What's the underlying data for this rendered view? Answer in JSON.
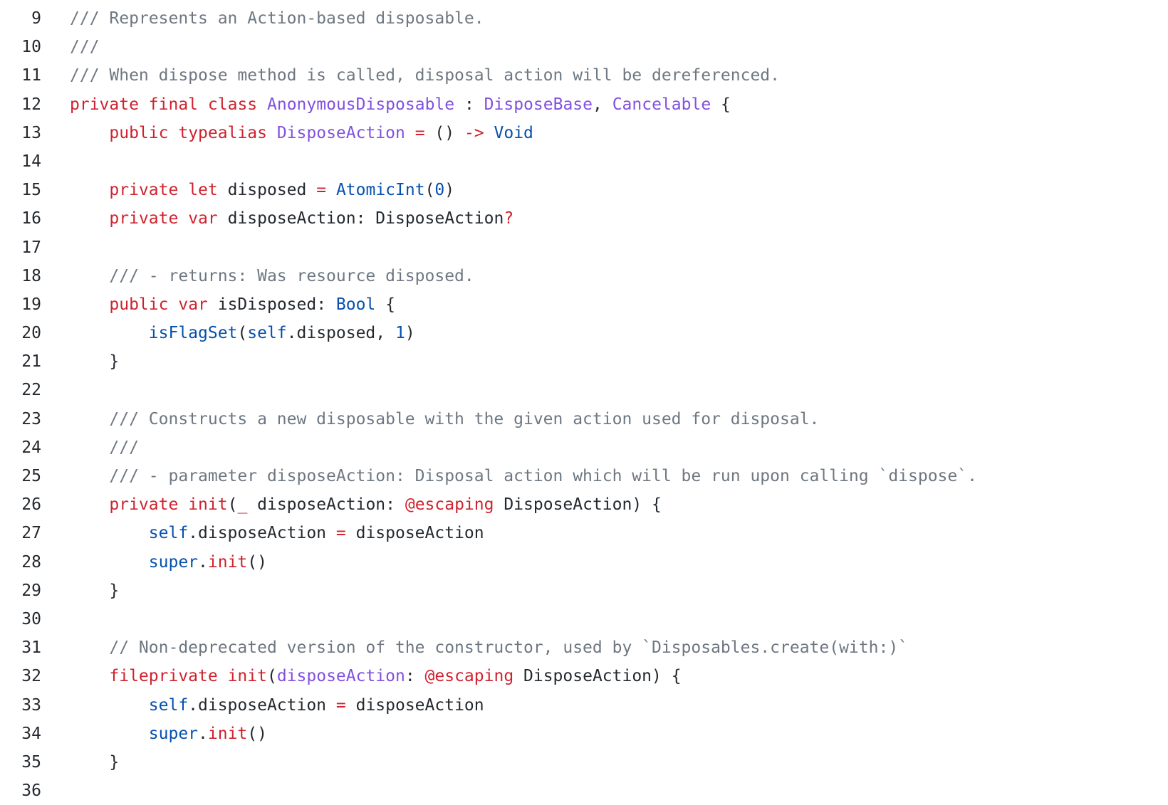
{
  "palette": {
    "plain": "#24292f",
    "keyword": "#cf222e",
    "type": "#8250df",
    "builtin": "#0550ae",
    "comment": "#6e7781",
    "background": "#ffffff"
  },
  "lines": [
    {
      "num": "9",
      "tokens": [
        {
          "t": "/// Represents an Action-based disposable.",
          "k": "comment"
        }
      ]
    },
    {
      "num": "10",
      "tokens": [
        {
          "t": "///",
          "k": "comment"
        }
      ]
    },
    {
      "num": "11",
      "tokens": [
        {
          "t": "/// When dispose method is called, disposal action will be dereferenced.",
          "k": "comment"
        }
      ]
    },
    {
      "num": "12",
      "tokens": [
        {
          "t": "private",
          "k": "kw"
        },
        {
          "t": " ",
          "k": "plain"
        },
        {
          "t": "final",
          "k": "kw"
        },
        {
          "t": " ",
          "k": "plain"
        },
        {
          "t": "class",
          "k": "kw"
        },
        {
          "t": " ",
          "k": "plain"
        },
        {
          "t": "AnonymousDisposable",
          "k": "type"
        },
        {
          "t": " : ",
          "k": "plain"
        },
        {
          "t": "DisposeBase",
          "k": "type"
        },
        {
          "t": ", ",
          "k": "plain"
        },
        {
          "t": "Cancelable",
          "k": "type"
        },
        {
          "t": " {",
          "k": "plain"
        }
      ]
    },
    {
      "num": "13",
      "tokens": [
        {
          "t": "    ",
          "k": "plain"
        },
        {
          "t": "public",
          "k": "kw"
        },
        {
          "t": " ",
          "k": "plain"
        },
        {
          "t": "typealias",
          "k": "kw"
        },
        {
          "t": " ",
          "k": "plain"
        },
        {
          "t": "DisposeAction",
          "k": "type"
        },
        {
          "t": " ",
          "k": "plain"
        },
        {
          "t": "=",
          "k": "kw"
        },
        {
          "t": " () ",
          "k": "plain"
        },
        {
          "t": "->",
          "k": "kw"
        },
        {
          "t": " ",
          "k": "plain"
        },
        {
          "t": "Void",
          "k": "builtin"
        }
      ]
    },
    {
      "num": "14",
      "tokens": []
    },
    {
      "num": "15",
      "tokens": [
        {
          "t": "    ",
          "k": "plain"
        },
        {
          "t": "private",
          "k": "kw"
        },
        {
          "t": " ",
          "k": "plain"
        },
        {
          "t": "let",
          "k": "kw"
        },
        {
          "t": " disposed ",
          "k": "plain"
        },
        {
          "t": "=",
          "k": "kw"
        },
        {
          "t": " ",
          "k": "plain"
        },
        {
          "t": "AtomicInt",
          "k": "builtin"
        },
        {
          "t": "(",
          "k": "plain"
        },
        {
          "t": "0",
          "k": "builtin"
        },
        {
          "t": ")",
          "k": "plain"
        }
      ]
    },
    {
      "num": "16",
      "tokens": [
        {
          "t": "    ",
          "k": "plain"
        },
        {
          "t": "private",
          "k": "kw"
        },
        {
          "t": " ",
          "k": "plain"
        },
        {
          "t": "var",
          "k": "kw"
        },
        {
          "t": " disposeAction: DisposeAction",
          "k": "plain"
        },
        {
          "t": "?",
          "k": "kw"
        }
      ]
    },
    {
      "num": "17",
      "tokens": []
    },
    {
      "num": "18",
      "tokens": [
        {
          "t": "    ",
          "k": "plain"
        },
        {
          "t": "/// - returns: Was resource disposed.",
          "k": "comment"
        }
      ]
    },
    {
      "num": "19",
      "tokens": [
        {
          "t": "    ",
          "k": "plain"
        },
        {
          "t": "public",
          "k": "kw"
        },
        {
          "t": " ",
          "k": "plain"
        },
        {
          "t": "var",
          "k": "kw"
        },
        {
          "t": " isDisposed: ",
          "k": "plain"
        },
        {
          "t": "Bool",
          "k": "builtin"
        },
        {
          "t": " {",
          "k": "plain"
        }
      ]
    },
    {
      "num": "20",
      "tokens": [
        {
          "t": "        ",
          "k": "plain"
        },
        {
          "t": "isFlagSet",
          "k": "builtin"
        },
        {
          "t": "(",
          "k": "plain"
        },
        {
          "t": "self",
          "k": "builtin"
        },
        {
          "t": ".disposed, ",
          "k": "plain"
        },
        {
          "t": "1",
          "k": "builtin"
        },
        {
          "t": ")",
          "k": "plain"
        }
      ]
    },
    {
      "num": "21",
      "tokens": [
        {
          "t": "    }",
          "k": "plain"
        }
      ]
    },
    {
      "num": "22",
      "tokens": []
    },
    {
      "num": "23",
      "tokens": [
        {
          "t": "    ",
          "k": "plain"
        },
        {
          "t": "/// Constructs a new disposable with the given action used for disposal.",
          "k": "comment"
        }
      ]
    },
    {
      "num": "24",
      "tokens": [
        {
          "t": "    ",
          "k": "plain"
        },
        {
          "t": "///",
          "k": "comment"
        }
      ]
    },
    {
      "num": "25",
      "tokens": [
        {
          "t": "    ",
          "k": "plain"
        },
        {
          "t": "/// - parameter disposeAction: Disposal action which will be run upon calling `dispose`.",
          "k": "comment"
        }
      ]
    },
    {
      "num": "26",
      "tokens": [
        {
          "t": "    ",
          "k": "plain"
        },
        {
          "t": "private",
          "k": "kw"
        },
        {
          "t": " ",
          "k": "plain"
        },
        {
          "t": "init",
          "k": "kw"
        },
        {
          "t": "(",
          "k": "plain"
        },
        {
          "t": "_",
          "k": "kw"
        },
        {
          "t": " disposeAction: ",
          "k": "plain"
        },
        {
          "t": "@escaping",
          "k": "kw"
        },
        {
          "t": " DisposeAction) {",
          "k": "plain"
        }
      ]
    },
    {
      "num": "27",
      "tokens": [
        {
          "t": "        ",
          "k": "plain"
        },
        {
          "t": "self",
          "k": "builtin"
        },
        {
          "t": ".disposeAction ",
          "k": "plain"
        },
        {
          "t": "=",
          "k": "kw"
        },
        {
          "t": " disposeAction",
          "k": "plain"
        }
      ]
    },
    {
      "num": "28",
      "tokens": [
        {
          "t": "        ",
          "k": "plain"
        },
        {
          "t": "super",
          "k": "builtin"
        },
        {
          "t": ".",
          "k": "plain"
        },
        {
          "t": "init",
          "k": "kw"
        },
        {
          "t": "()",
          "k": "plain"
        }
      ]
    },
    {
      "num": "29",
      "tokens": [
        {
          "t": "    }",
          "k": "plain"
        }
      ]
    },
    {
      "num": "30",
      "tokens": []
    },
    {
      "num": "31",
      "tokens": [
        {
          "t": "    ",
          "k": "plain"
        },
        {
          "t": "// Non-deprecated version of the constructor, used by `Disposables.create(with:)`",
          "k": "comment"
        }
      ]
    },
    {
      "num": "32",
      "tokens": [
        {
          "t": "    ",
          "k": "plain"
        },
        {
          "t": "fileprivate",
          "k": "kw"
        },
        {
          "t": " ",
          "k": "plain"
        },
        {
          "t": "init",
          "k": "kw"
        },
        {
          "t": "(",
          "k": "plain"
        },
        {
          "t": "disposeAction",
          "k": "type"
        },
        {
          "t": ": ",
          "k": "plain"
        },
        {
          "t": "@escaping",
          "k": "kw"
        },
        {
          "t": " DisposeAction) {",
          "k": "plain"
        }
      ]
    },
    {
      "num": "33",
      "tokens": [
        {
          "t": "        ",
          "k": "plain"
        },
        {
          "t": "self",
          "k": "builtin"
        },
        {
          "t": ".disposeAction ",
          "k": "plain"
        },
        {
          "t": "=",
          "k": "kw"
        },
        {
          "t": " disposeAction",
          "k": "plain"
        }
      ]
    },
    {
      "num": "34",
      "tokens": [
        {
          "t": "        ",
          "k": "plain"
        },
        {
          "t": "super",
          "k": "builtin"
        },
        {
          "t": ".",
          "k": "plain"
        },
        {
          "t": "init",
          "k": "kw"
        },
        {
          "t": "()",
          "k": "plain"
        }
      ]
    },
    {
      "num": "35",
      "tokens": [
        {
          "t": "    }",
          "k": "plain"
        }
      ]
    },
    {
      "num": "36",
      "tokens": []
    }
  ]
}
